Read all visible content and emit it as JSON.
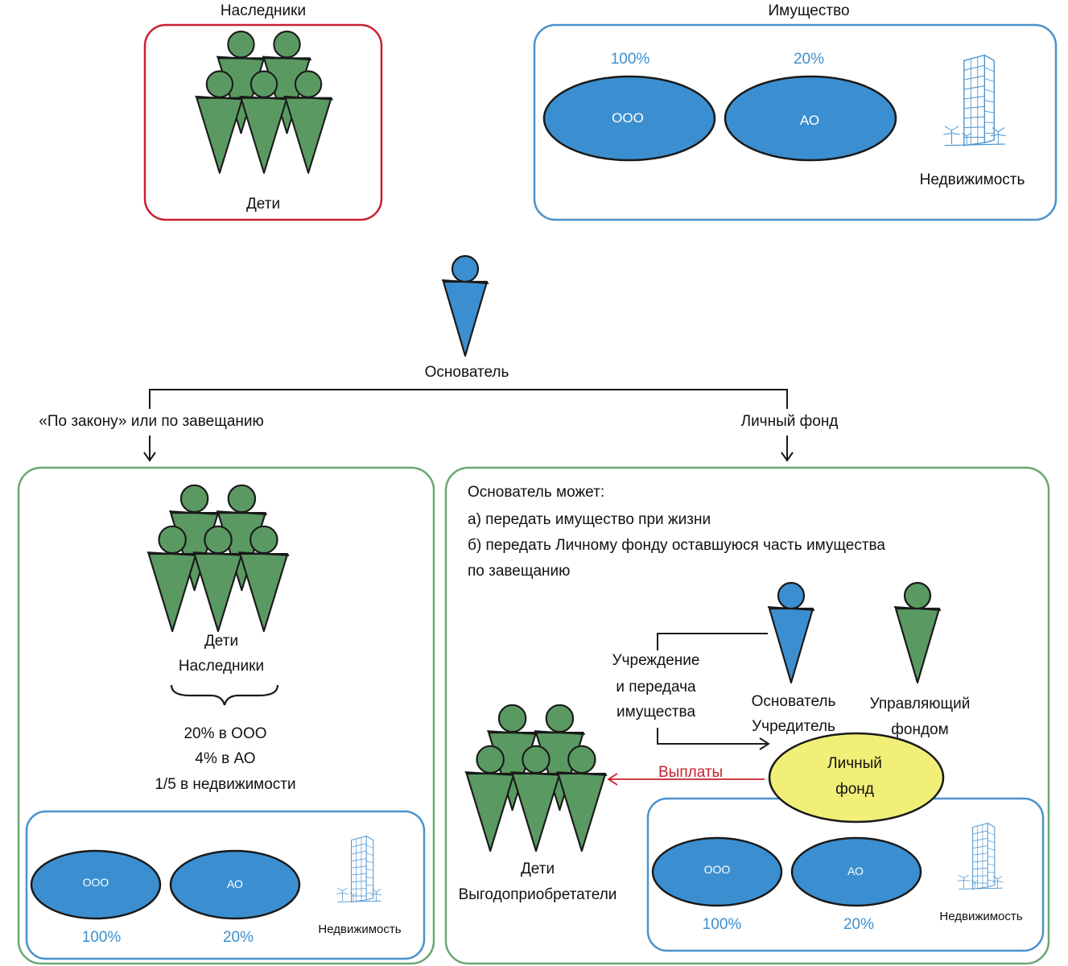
{
  "top": {
    "heirs_title": "Наследники",
    "heirs_label": "Дети",
    "property_title": "Имущество",
    "ooo": {
      "pct": "100%",
      "label": "ООО"
    },
    "ao": {
      "pct": "20%",
      "label": "АО"
    },
    "realty_label": "Недвижимость"
  },
  "founder": {
    "label": "Основатель"
  },
  "branches": {
    "left": "«По закону» или по завещанию",
    "right": "Личный фонд"
  },
  "left_box": {
    "children": "Дети",
    "heirs": "Наследники",
    "shares": [
      "20% в ООО",
      "4% в АО",
      "1/5 в недвижимости"
    ],
    "ooo": {
      "label": "ООО",
      "pct": "100%"
    },
    "ao": {
      "label": "АО",
      "pct": "20%"
    },
    "realty_label": "Недвижимость"
  },
  "right_box": {
    "text_lines": [
      "Основатель может:",
      "а) передать имущество при жизни",
      "б) передать Личному фонду оставшуюся часть имущества",
      "по завещанию"
    ],
    "establish_lines": [
      "Учреждение",
      "и передача",
      "имущества"
    ],
    "founder_lines": [
      "Основатель",
      "Учредитель"
    ],
    "manager_lines": [
      "Управляющий",
      "фондом"
    ],
    "fund_lines": [
      "Личный",
      "фонд"
    ],
    "payouts": "Выплаты",
    "children": "Дети",
    "beneficiaries": "Выгодоприобретатели",
    "ooo": {
      "label": "ООО",
      "pct": "100%"
    },
    "ao": {
      "label": "АО",
      "pct": "20%"
    },
    "realty_label": "Недвижимость"
  },
  "colors": {
    "blue": "#3b8fd0",
    "green": "#5a9a62",
    "red": "#c8202f",
    "yellow": "#f1ef78",
    "box_green": "#6aa872",
    "box_blue": "#4a92cd"
  }
}
